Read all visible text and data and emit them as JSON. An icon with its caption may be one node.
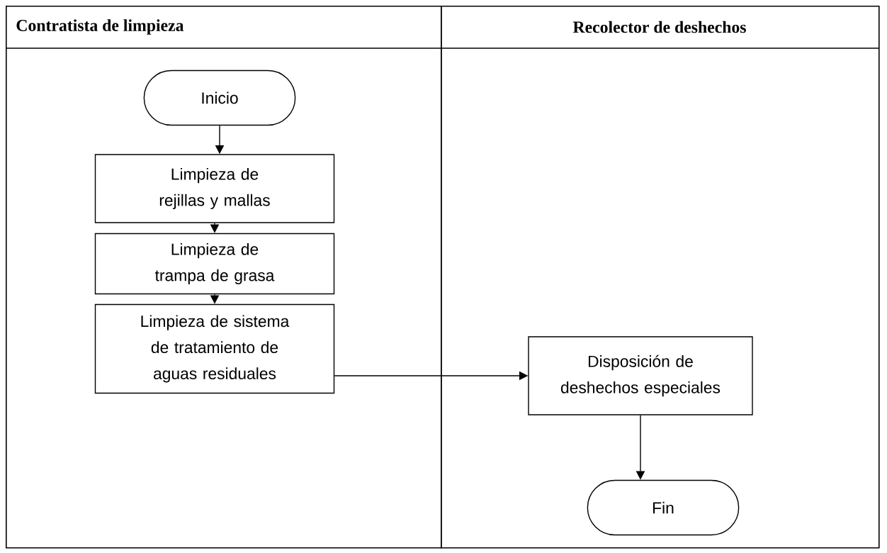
{
  "diagram": {
    "nodes": [
      {
        "text": [
          "Contratista de limpieza"
        ]
      },
      {
        "text": [
          "Recolector de deshechos"
        ]
      },
      {
        "text": [
          "Inicio"
        ],
        "in": 0
      },
      {
        "text": [
          "Limpieza de rejillas y mallas"
        ],
        "in": 0
      },
      {
        "text": [
          "Limpieza de trampa de grasa"
        ],
        "in": 0
      },
      {
        "text": [
          "Limpieza de sistema de tratamiento de aguas residuales"
        ],
        "in": 0
      },
      {
        "text": [
          "Disposición de deshechos especiales"
        ],
        "in": 1
      },
      {
        "text": [
          "Fin"
        ],
        "in": 1
      }
    ],
    "edges": [
      {
        "from": 2,
        "to": 3,
        "arrow": "to"
      },
      {
        "from": 3,
        "to": 4,
        "arrow": "to"
      },
      {
        "from": 4,
        "to": 5,
        "arrow": "to"
      },
      {
        "from": 5,
        "to": 6,
        "arrow": "to"
      },
      {
        "from": 6,
        "to": 7,
        "arrow": "to"
      }
    ]
  }
}
